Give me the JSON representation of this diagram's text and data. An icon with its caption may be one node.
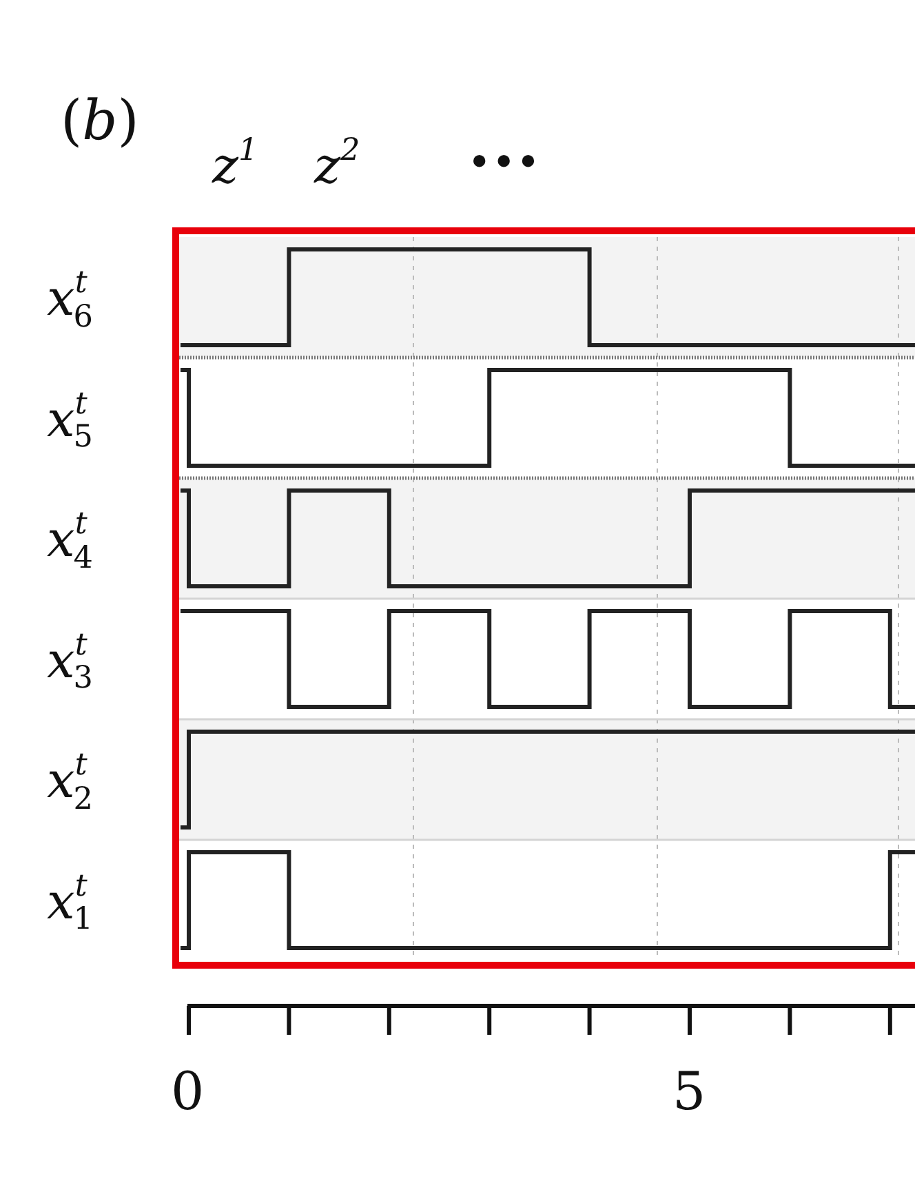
{
  "diagram": {
    "labels": [
      "(*b*)",
      "*z*$^{1}$",
      "*z*$^{2}$",
      "•••",
      "*x*$^{t}$$_{6}$",
      "*x*$^{t}$$_{5}$",
      "*x*$^{t}$$_{4}$",
      "*x*$^{t}$$_{3}$",
      "*x*$^{t}$$_{2}$",
      "*x*$^{t}$$_{1}$",
      "0",
      "5"
    ]
  }
}
